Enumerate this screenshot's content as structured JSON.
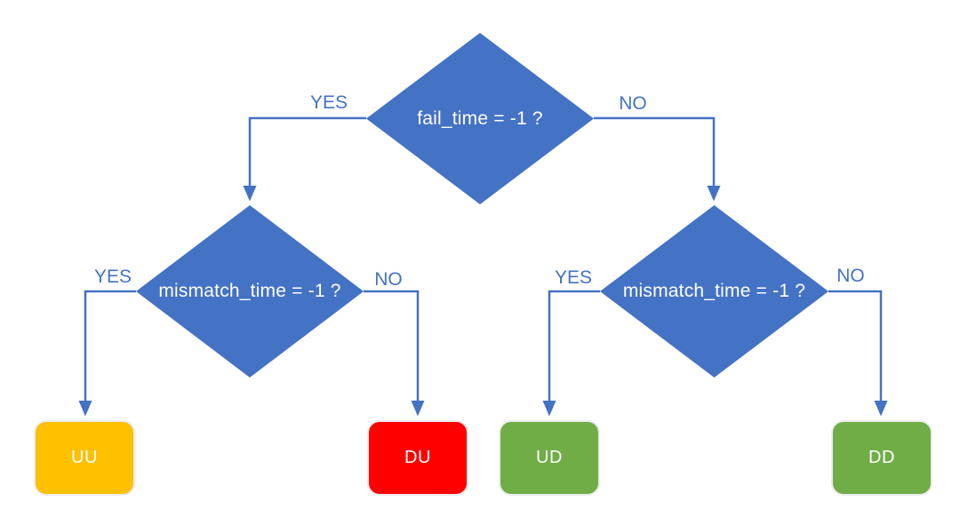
{
  "diagram": {
    "type": "decision-tree-flowchart",
    "colors": {
      "decision_fill": "#4472C4",
      "decision_text": "#FFFFFF",
      "connector": "#4472C4",
      "branch_label": "#4472C4",
      "leaf_text": "#FFFFFF",
      "leaf_uu": "#FFC000",
      "leaf_du": "#FF0000",
      "leaf_ud": "#70AD47",
      "leaf_dd": "#70AD47"
    },
    "decisions": [
      {
        "id": "fail-time",
        "label": "fail_time = -1 ?"
      },
      {
        "id": "mismatch-time-left",
        "label": "mismatch_time = -1 ?"
      },
      {
        "id": "mismatch-time-right",
        "label": "mismatch_time = -1 ?"
      }
    ],
    "edges": [
      {
        "from": "fail-time",
        "to": "mismatch-time-left",
        "label": "YES"
      },
      {
        "from": "fail-time",
        "to": "mismatch-time-right",
        "label": "NO"
      },
      {
        "from": "mismatch-time-left",
        "to": "UU",
        "label": "YES"
      },
      {
        "from": "mismatch-time-left",
        "to": "DU",
        "label": "NO"
      },
      {
        "from": "mismatch-time-right",
        "to": "UD",
        "label": "YES"
      },
      {
        "from": "mismatch-time-right",
        "to": "DD",
        "label": "NO"
      }
    ],
    "leaves": [
      {
        "id": "UU",
        "label": "UU",
        "color": "#FFC000"
      },
      {
        "id": "DU",
        "label": "DU",
        "color": "#FF0000"
      },
      {
        "id": "UD",
        "label": "UD",
        "color": "#70AD47"
      },
      {
        "id": "DD",
        "label": "DD",
        "color": "#70AD47"
      }
    ]
  }
}
